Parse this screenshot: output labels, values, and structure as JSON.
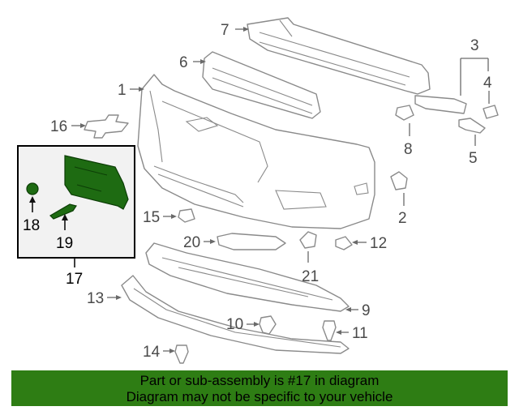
{
  "callouts": {
    "n1": "1",
    "n2": "2",
    "n3": "3",
    "n4": "4",
    "n5": "5",
    "n6": "6",
    "n7": "7",
    "n8": "8",
    "n9": "9",
    "n10": "10",
    "n11": "11",
    "n12": "12",
    "n13": "13",
    "n14": "14",
    "n15": "15",
    "n16": "16",
    "n17": "17",
    "n18": "18",
    "n19": "19",
    "n20": "20",
    "n21": "21"
  },
  "banner": {
    "line1": "Part or sub-assembly is #17 in diagram",
    "line2": "Diagram may not be specific to your vehicle"
  },
  "colors": {
    "banner_background": "#2e7d14",
    "highlight_parts": "#1e6b12",
    "inset_background": "#f2f2f2"
  }
}
